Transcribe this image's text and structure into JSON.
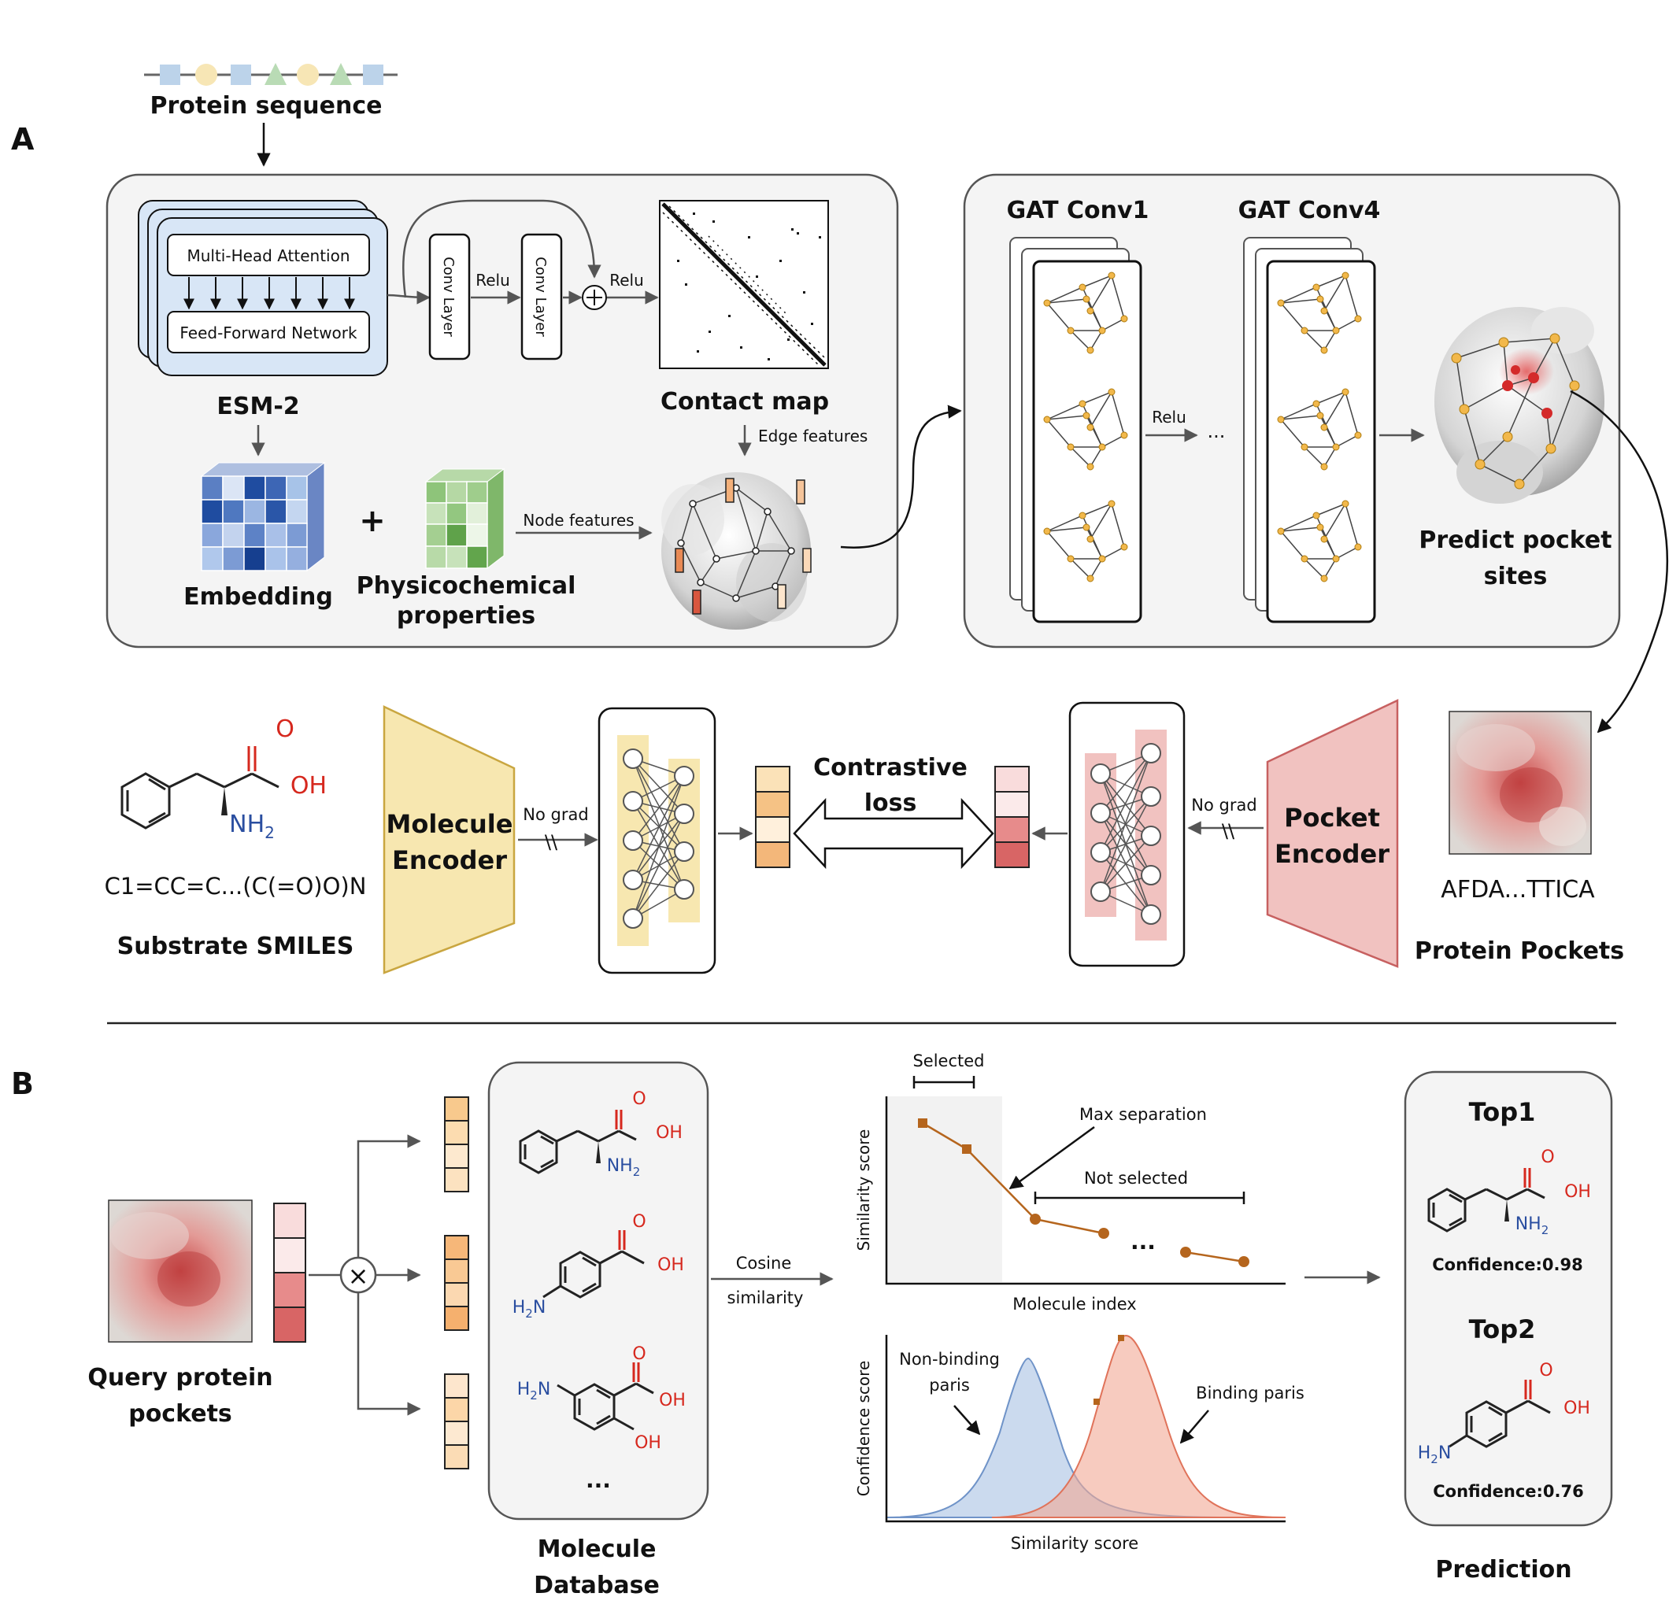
{
  "labels": {
    "panel_a": "A",
    "panel_b": "B",
    "protein_sequence": "Protein sequence",
    "multi_head_attention": "Multi-Head Attention",
    "feed_forward": "Feed-Forward Network",
    "esm2": "ESM-2",
    "conv_layer": "Conv Layer",
    "relu": "Relu",
    "contact_map": "Contact map",
    "edge_features": "Edge features",
    "embedding": "Embedding",
    "plus": "+",
    "physicochemical_1": "Physicochemical",
    "physicochemical_2": "properties",
    "node_features": "Node features",
    "gat_conv1": "GAT Conv1",
    "gat_conv4": "GAT Conv4",
    "ellipsis": "...",
    "predict_pocket_1": "Predict pocket",
    "predict_pocket_2": "sites",
    "substrate_smiles": "Substrate SMILES",
    "smiles_string": "C1=CC=C...(C(=O)O)N",
    "molecule_encoder_1": "Molecule",
    "molecule_encoder_2": "Encoder",
    "pocket_encoder_1": "Pocket",
    "pocket_encoder_2": "Encoder",
    "no_grad": "No grad",
    "grad_break": "\\\\",
    "contrastive_1": "Contrastive",
    "contrastive_2": "loss",
    "pocket_sequence": "AFDA...TTICA",
    "protein_pockets": "Protein Pockets",
    "query_pockets_1": "Query protein",
    "query_pockets_2": "pockets",
    "multiply": "×",
    "molecule_db_1": "Molecule",
    "molecule_db_2": "Database",
    "cosine_1": "Cosine",
    "cosine_2": "similarity",
    "selected": "Selected",
    "max_separation": "Max separation",
    "not_selected": "Not selected",
    "similarity_score": "Similarity score",
    "molecule_index": "Molecule index",
    "confidence_score": "Confidence score",
    "non_binding_1": "Non-binding",
    "non_binding_2": "paris",
    "binding": "Binding paris",
    "top1": "Top1",
    "top2": "Top2",
    "confidence1": "Confidence:0.98",
    "confidence2": "Confidence:0.76",
    "prediction": "Prediction",
    "atom_o": "O",
    "atom_oh": "OH",
    "atom_nh2_n": "NH",
    "atom_nh2_sub": "2",
    "atom_h2n_h": "H",
    "atom_h2n_sub": "2",
    "atom_h2n_n": "N"
  },
  "colors": {
    "blue_accent": "#2a4ea0",
    "red_accent": "#d6281e",
    "molecule_yellow": "#f7e7b0",
    "pocket_pink": "#f1c2c0",
    "orange_line": "#b5651d"
  }
}
